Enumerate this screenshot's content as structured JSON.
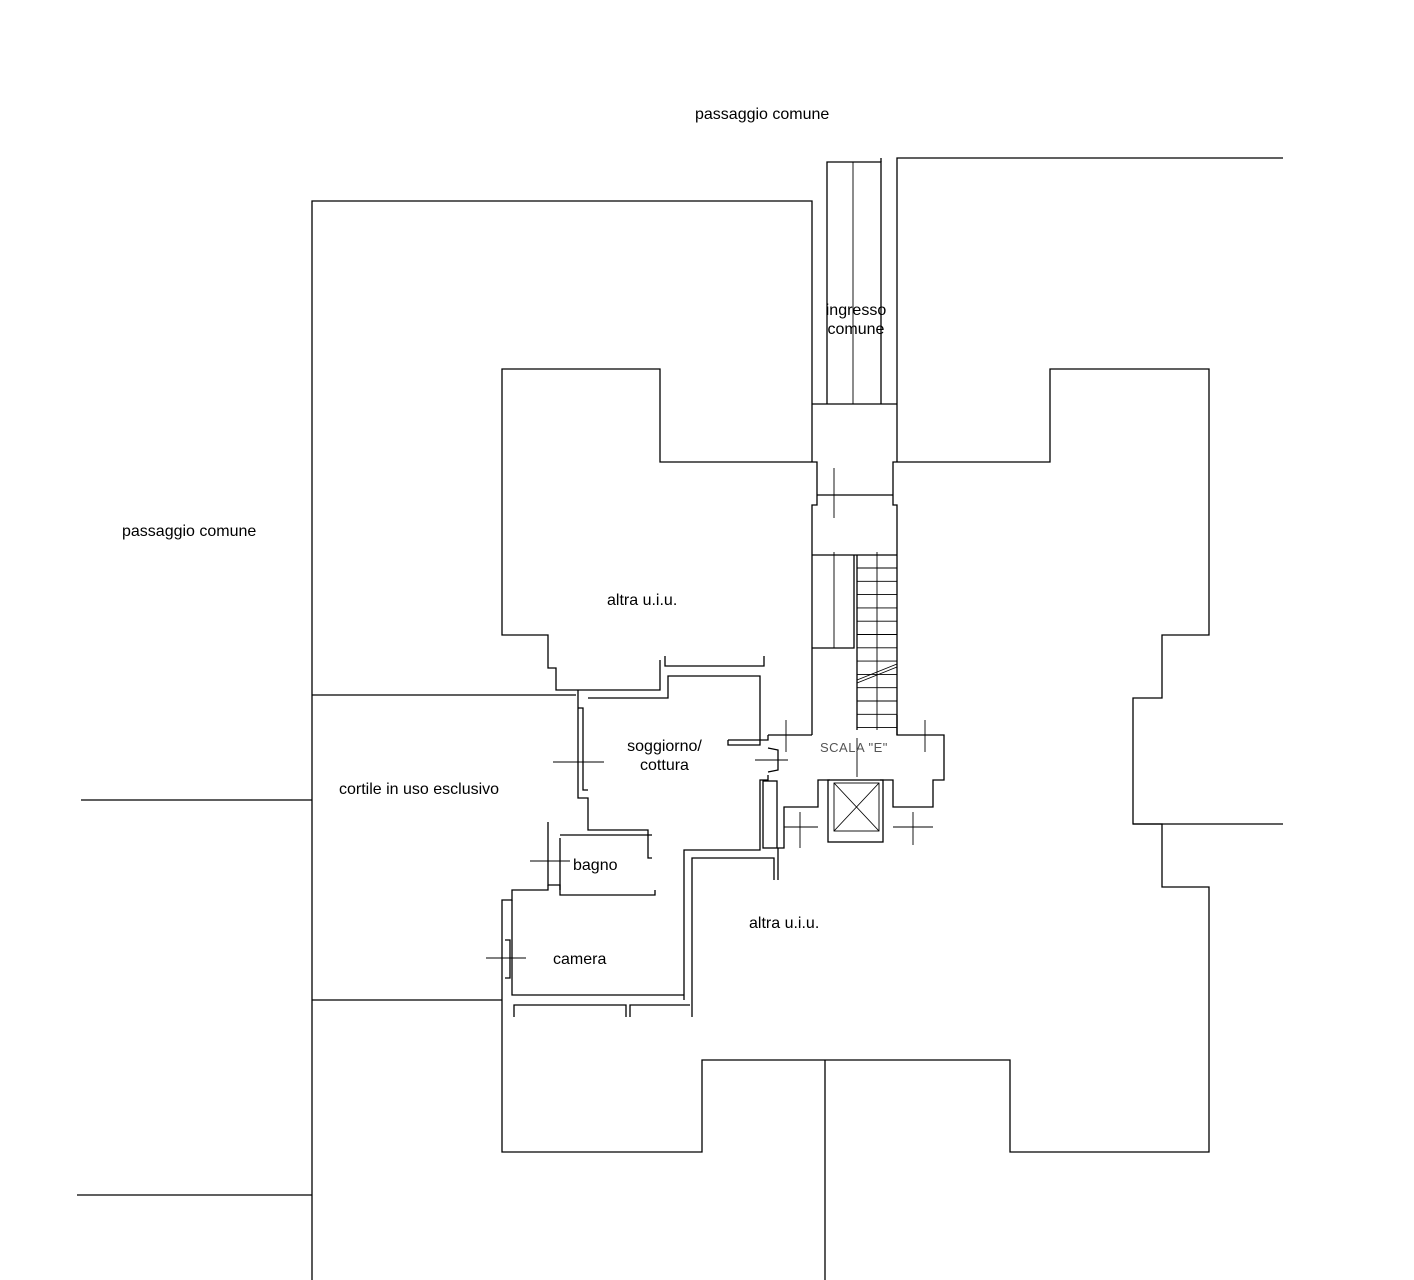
{
  "labels": {
    "top_passage": "passaggio comune",
    "left_passage": "passaggio comune",
    "entrance_line1": "ingresso",
    "entrance_line2": "comune",
    "other_unit_top": "altra u.i.u.",
    "living_line1": "soggiorno/",
    "living_line2": "cottura",
    "stair": "SCALA \"E\"",
    "courtyard": "cortile in uso esclusivo",
    "bathroom": "bagno",
    "other_unit_bottom": "altra u.i.u.",
    "bedroom": "camera"
  }
}
